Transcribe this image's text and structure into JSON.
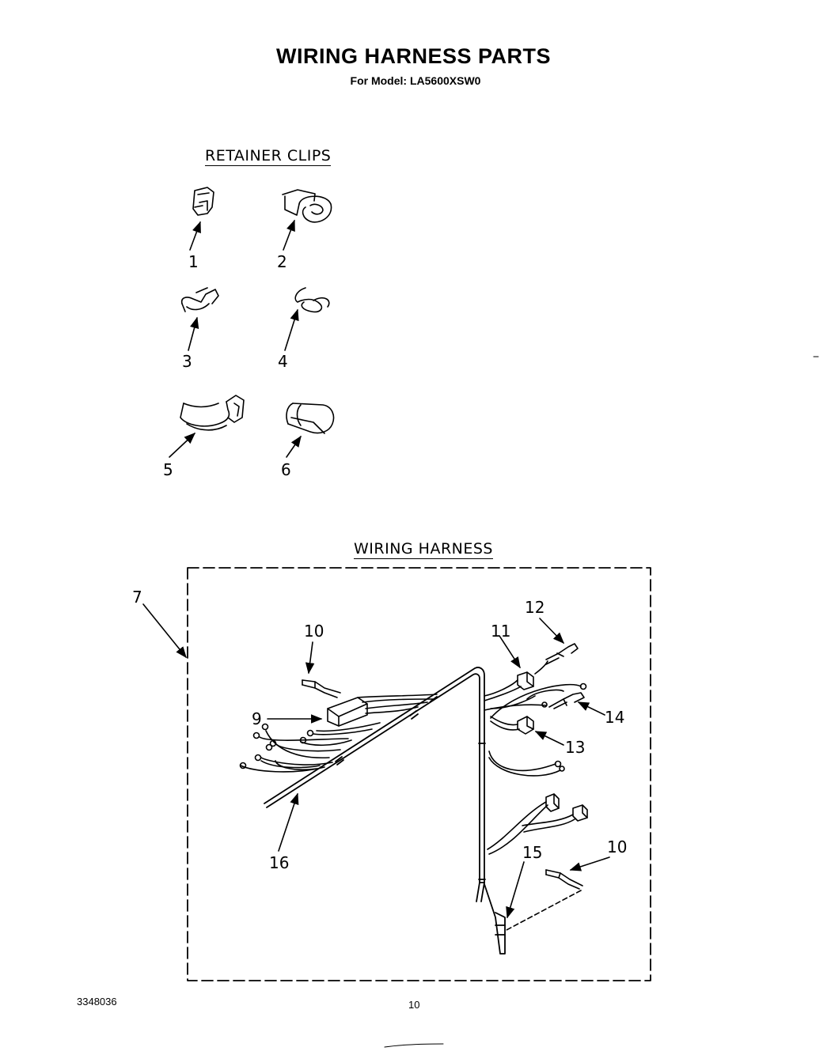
{
  "header": {
    "title": "WIRING HARNESS PARTS",
    "subtitle": "For Model: LA5600XSW0"
  },
  "sections": {
    "retainer_clips": "RETAINER CLIPS",
    "wiring_harness": "WIRING HARNESS"
  },
  "callouts": {
    "c1": "1",
    "c2": "2",
    "c3": "3",
    "c4": "4",
    "c5": "5",
    "c6": "6",
    "c7": "7",
    "c9": "9",
    "c10a": "10",
    "c10b": "10",
    "c11": "11",
    "c12": "12",
    "c13": "13",
    "c14": "14",
    "c15": "15",
    "c16": "16"
  },
  "footer": {
    "part_number": "3348036",
    "page_number": "10"
  }
}
